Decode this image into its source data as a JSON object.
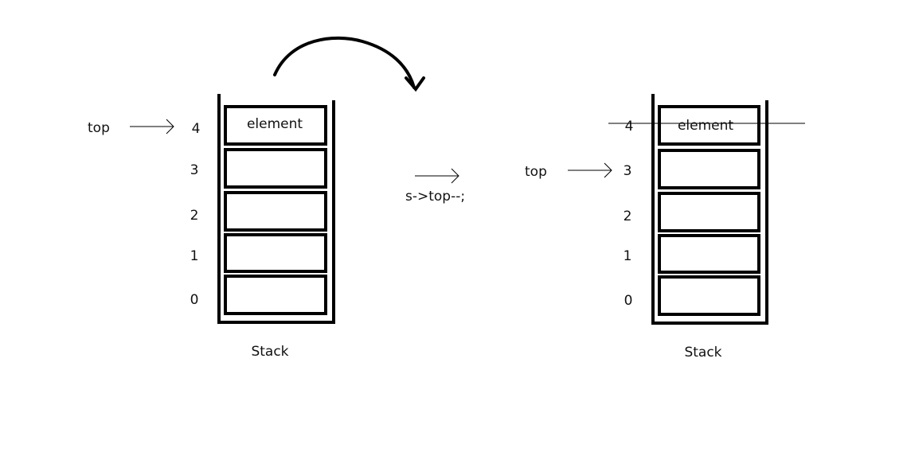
{
  "operation": "s->top--;",
  "left_stack": {
    "caption": "Stack",
    "top_label": "top",
    "top_index": 4,
    "slots": [
      {
        "index": "4",
        "content": "element"
      },
      {
        "index": "3",
        "content": ""
      },
      {
        "index": "2",
        "content": ""
      },
      {
        "index": "1",
        "content": ""
      },
      {
        "index": "0",
        "content": ""
      }
    ]
  },
  "right_stack": {
    "caption": "Stack",
    "top_label": "top",
    "top_index": 3,
    "slots": [
      {
        "index": "4",
        "content": "element",
        "struck_through": true
      },
      {
        "index": "3",
        "content": ""
      },
      {
        "index": "2",
        "content": ""
      },
      {
        "index": "1",
        "content": ""
      },
      {
        "index": "0",
        "content": ""
      }
    ]
  },
  "colors": {
    "stroke": "#000000",
    "background": "#ffffff"
  }
}
